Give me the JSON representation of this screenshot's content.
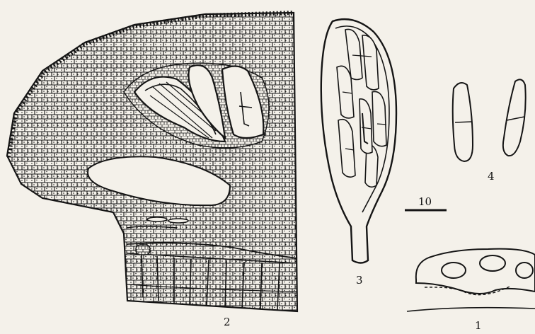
{
  "labels": {
    "fig1": "1",
    "fig2": "2",
    "fig3": "3",
    "fig4": "4",
    "scale": "10"
  },
  "colors": {
    "ink": "#151515",
    "paper": "#f4f1ea"
  }
}
